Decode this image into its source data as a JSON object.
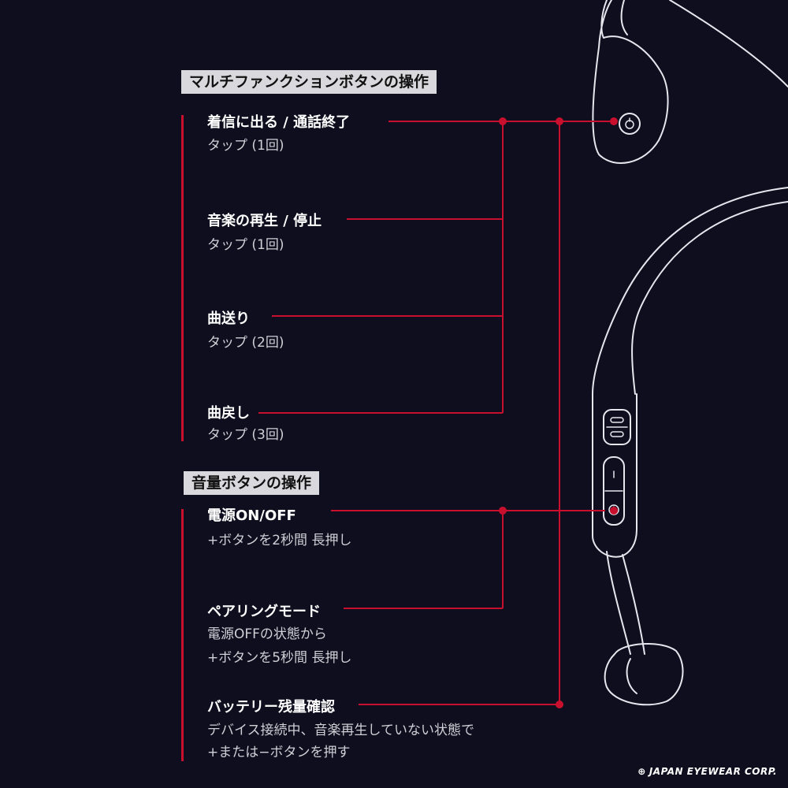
{
  "multi_section": {
    "header": "マルチファンクションボタンの操作",
    "items": [
      {
        "title": "着信に出る / 通話終了",
        "desc": [
          "タップ (1回)"
        ]
      },
      {
        "title": "音楽の再生 / 停止",
        "desc": [
          "タップ (1回)"
        ]
      },
      {
        "title": "曲送り",
        "desc": [
          "タップ (2回)"
        ]
      },
      {
        "title": "曲戻し",
        "desc": [
          "タップ (3回)"
        ]
      }
    ]
  },
  "volume_section": {
    "header": "音量ボタンの操作",
    "items": [
      {
        "title": "電源ON/OFF",
        "desc": [
          "+ボタンを2秒間 長押し"
        ]
      },
      {
        "title": "ペアリングモード",
        "desc": [
          "電源OFFの状態から",
          "+ボタンを5秒間 長押し"
        ]
      },
      {
        "title": "バッテリー残量確認",
        "desc": [
          "デバイス接続中、音楽再生していない状態で",
          "+または−ボタンを押す"
        ]
      }
    ]
  },
  "brand": {
    "logo_text": "JAPAN EYEWEAR CORP."
  },
  "colors": {
    "background": "#0e0e1e",
    "accent": "#c8102e",
    "header_bg": "#d9d9dd",
    "desc_text": "#cfcfd6"
  }
}
